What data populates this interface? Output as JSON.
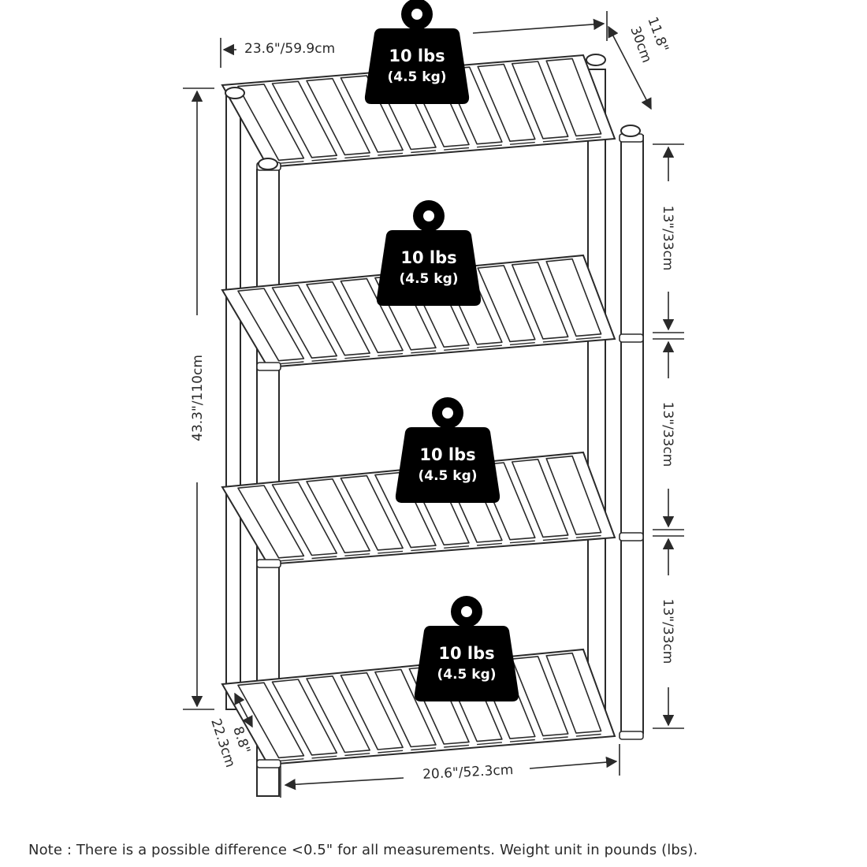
{
  "dimensions": {
    "top_width": "23.6\"/59.9cm",
    "top_depth_in": "11.8\"",
    "top_depth_cm": "30cm",
    "total_height": "43.3\"/110cm",
    "shelf_gap_1": "13\"/33cm",
    "shelf_gap_2": "13\"/33cm",
    "shelf_gap_3": "13\"/33cm",
    "bottom_width": "20.6\"/52.3cm",
    "bottom_depth_in": "8.8\"",
    "bottom_depth_cm": "22.3cm"
  },
  "weights": [
    {
      "lbs": "10 lbs",
      "kg": "(4.5 kg)"
    },
    {
      "lbs": "10 lbs",
      "kg": "(4.5 kg)"
    },
    {
      "lbs": "10 lbs",
      "kg": "(4.5 kg)"
    },
    {
      "lbs": "10 lbs",
      "kg": "(4.5 kg)"
    }
  ],
  "note": "Note : There is a possible difference <0.5\" for all measurements. Weight unit in pounds (lbs).",
  "colors": {
    "line": "#2a2a2a",
    "weight_fill": "#000000",
    "background": "#ffffff"
  }
}
